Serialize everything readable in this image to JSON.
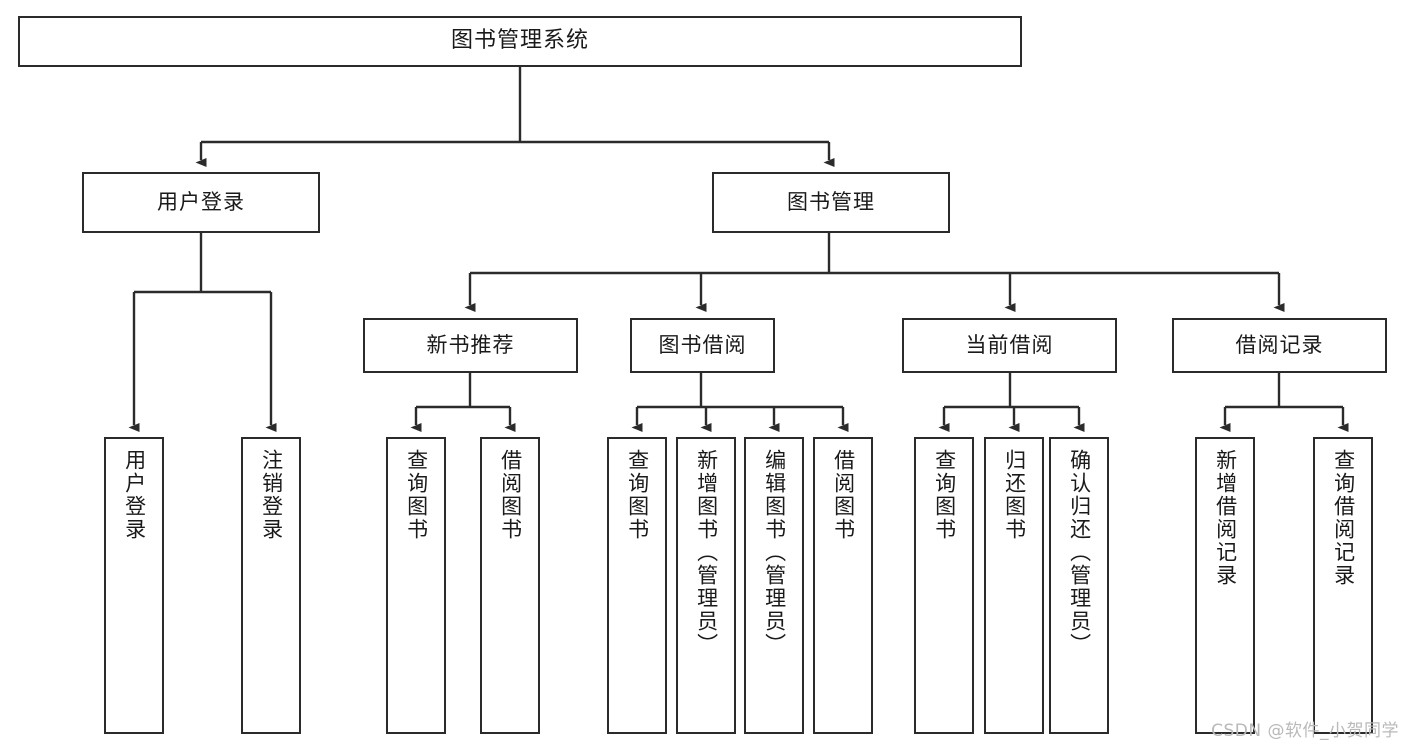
{
  "diagram": {
    "type": "tree-hierarchy",
    "title": "图书管理系统",
    "watermark": "CSDN @软件_小贺同学",
    "colors": {
      "stroke": "#2b2b2b",
      "fill": "#ffffff",
      "text": "#1a1a1a",
      "watermark": "#b9b9b9"
    },
    "root": {
      "label": "图书管理系统"
    },
    "level2": [
      {
        "label": "用户登录"
      },
      {
        "label": "图书管理"
      }
    ],
    "level3": [
      {
        "label": "新书推荐"
      },
      {
        "label": "图书借阅"
      },
      {
        "label": "当前借阅"
      },
      {
        "label": "借阅记录"
      }
    ],
    "leaves": {
      "user_login": [
        {
          "label": "用户登录"
        },
        {
          "label": "注销登录"
        }
      ],
      "new_book_recommend": [
        {
          "label": "查询图书"
        },
        {
          "label": "借阅图书"
        }
      ],
      "book_borrow": [
        {
          "label": "查询图书"
        },
        {
          "label": "新增图书（管理员）"
        },
        {
          "label": "编辑图书（管理员）"
        },
        {
          "label": "借阅图书"
        }
      ],
      "current_borrow": [
        {
          "label": "查询图书"
        },
        {
          "label": "归还图书"
        },
        {
          "label": "确认归还（管理员）"
        }
      ],
      "borrow_record": [
        {
          "label": "新增借阅记录"
        },
        {
          "label": "查询借阅记录"
        }
      ]
    }
  }
}
